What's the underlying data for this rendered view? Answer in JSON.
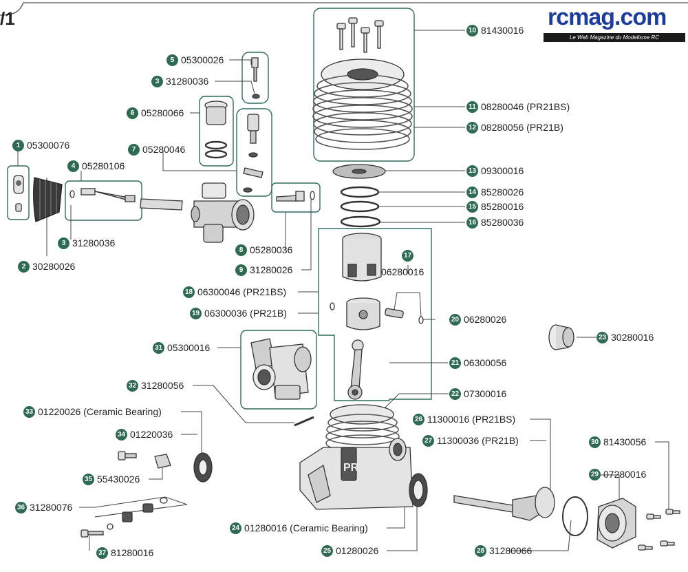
{
  "logo": {
    "name": "rcmag.com",
    "tagline": "Le Web Magazine du Modelisme RC"
  },
  "colors": {
    "badge": "#2f6b52",
    "line": "#444444",
    "part_fill": "#d9d9d9",
    "part_dark": "#555555"
  },
  "callouts": [
    {
      "num": "1",
      "code": "05300076"
    },
    {
      "num": "2",
      "code": "30280026"
    },
    {
      "num": "3",
      "code": "31280036"
    },
    {
      "num": "3",
      "code": "31280036"
    },
    {
      "num": "4",
      "code": "05280106"
    },
    {
      "num": "5",
      "code": "05300026"
    },
    {
      "num": "6",
      "code": "05280066"
    },
    {
      "num": "7",
      "code": "05280046"
    },
    {
      "num": "8",
      "code": "05280036"
    },
    {
      "num": "9",
      "code": "31280026"
    },
    {
      "num": "10",
      "code": "81430016"
    },
    {
      "num": "11",
      "code": "08280046 (PR21BS)"
    },
    {
      "num": "12",
      "code": "08280056 (PR21B)"
    },
    {
      "num": "13",
      "code": "09300016"
    },
    {
      "num": "14",
      "code": "85280026"
    },
    {
      "num": "15",
      "code": "85280016"
    },
    {
      "num": "16",
      "code": "85280036"
    },
    {
      "num": "17",
      "code": "06280016"
    },
    {
      "num": "18",
      "code": "06300046 (PR21BS)"
    },
    {
      "num": "19",
      "code": "06300036 (PR21B)"
    },
    {
      "num": "20",
      "code": "06280026"
    },
    {
      "num": "21",
      "code": "06300056"
    },
    {
      "num": "22",
      "code": "07300016"
    },
    {
      "num": "23",
      "code": "30280016"
    },
    {
      "num": "24",
      "code": "01280016 (Ceramic Bearing)"
    },
    {
      "num": "25",
      "code": "01280026"
    },
    {
      "num": "26",
      "code": "11300016 (PR21BS)"
    },
    {
      "num": "27",
      "code": "11300036 (PR21B)"
    },
    {
      "num": "28",
      "code": "31280066"
    },
    {
      "num": "29",
      "code": "07280016"
    },
    {
      "num": "30",
      "code": "81430056"
    },
    {
      "num": "31",
      "code": "05300016"
    },
    {
      "num": "32",
      "code": "31280056"
    },
    {
      "num": "33",
      "code": "01220026 (Ceramic Bearing)"
    },
    {
      "num": "34",
      "code": "01220036"
    },
    {
      "num": "35",
      "code": "55430026"
    },
    {
      "num": "36",
      "code": "31280076"
    },
    {
      "num": "37",
      "code": "81280016"
    }
  ]
}
